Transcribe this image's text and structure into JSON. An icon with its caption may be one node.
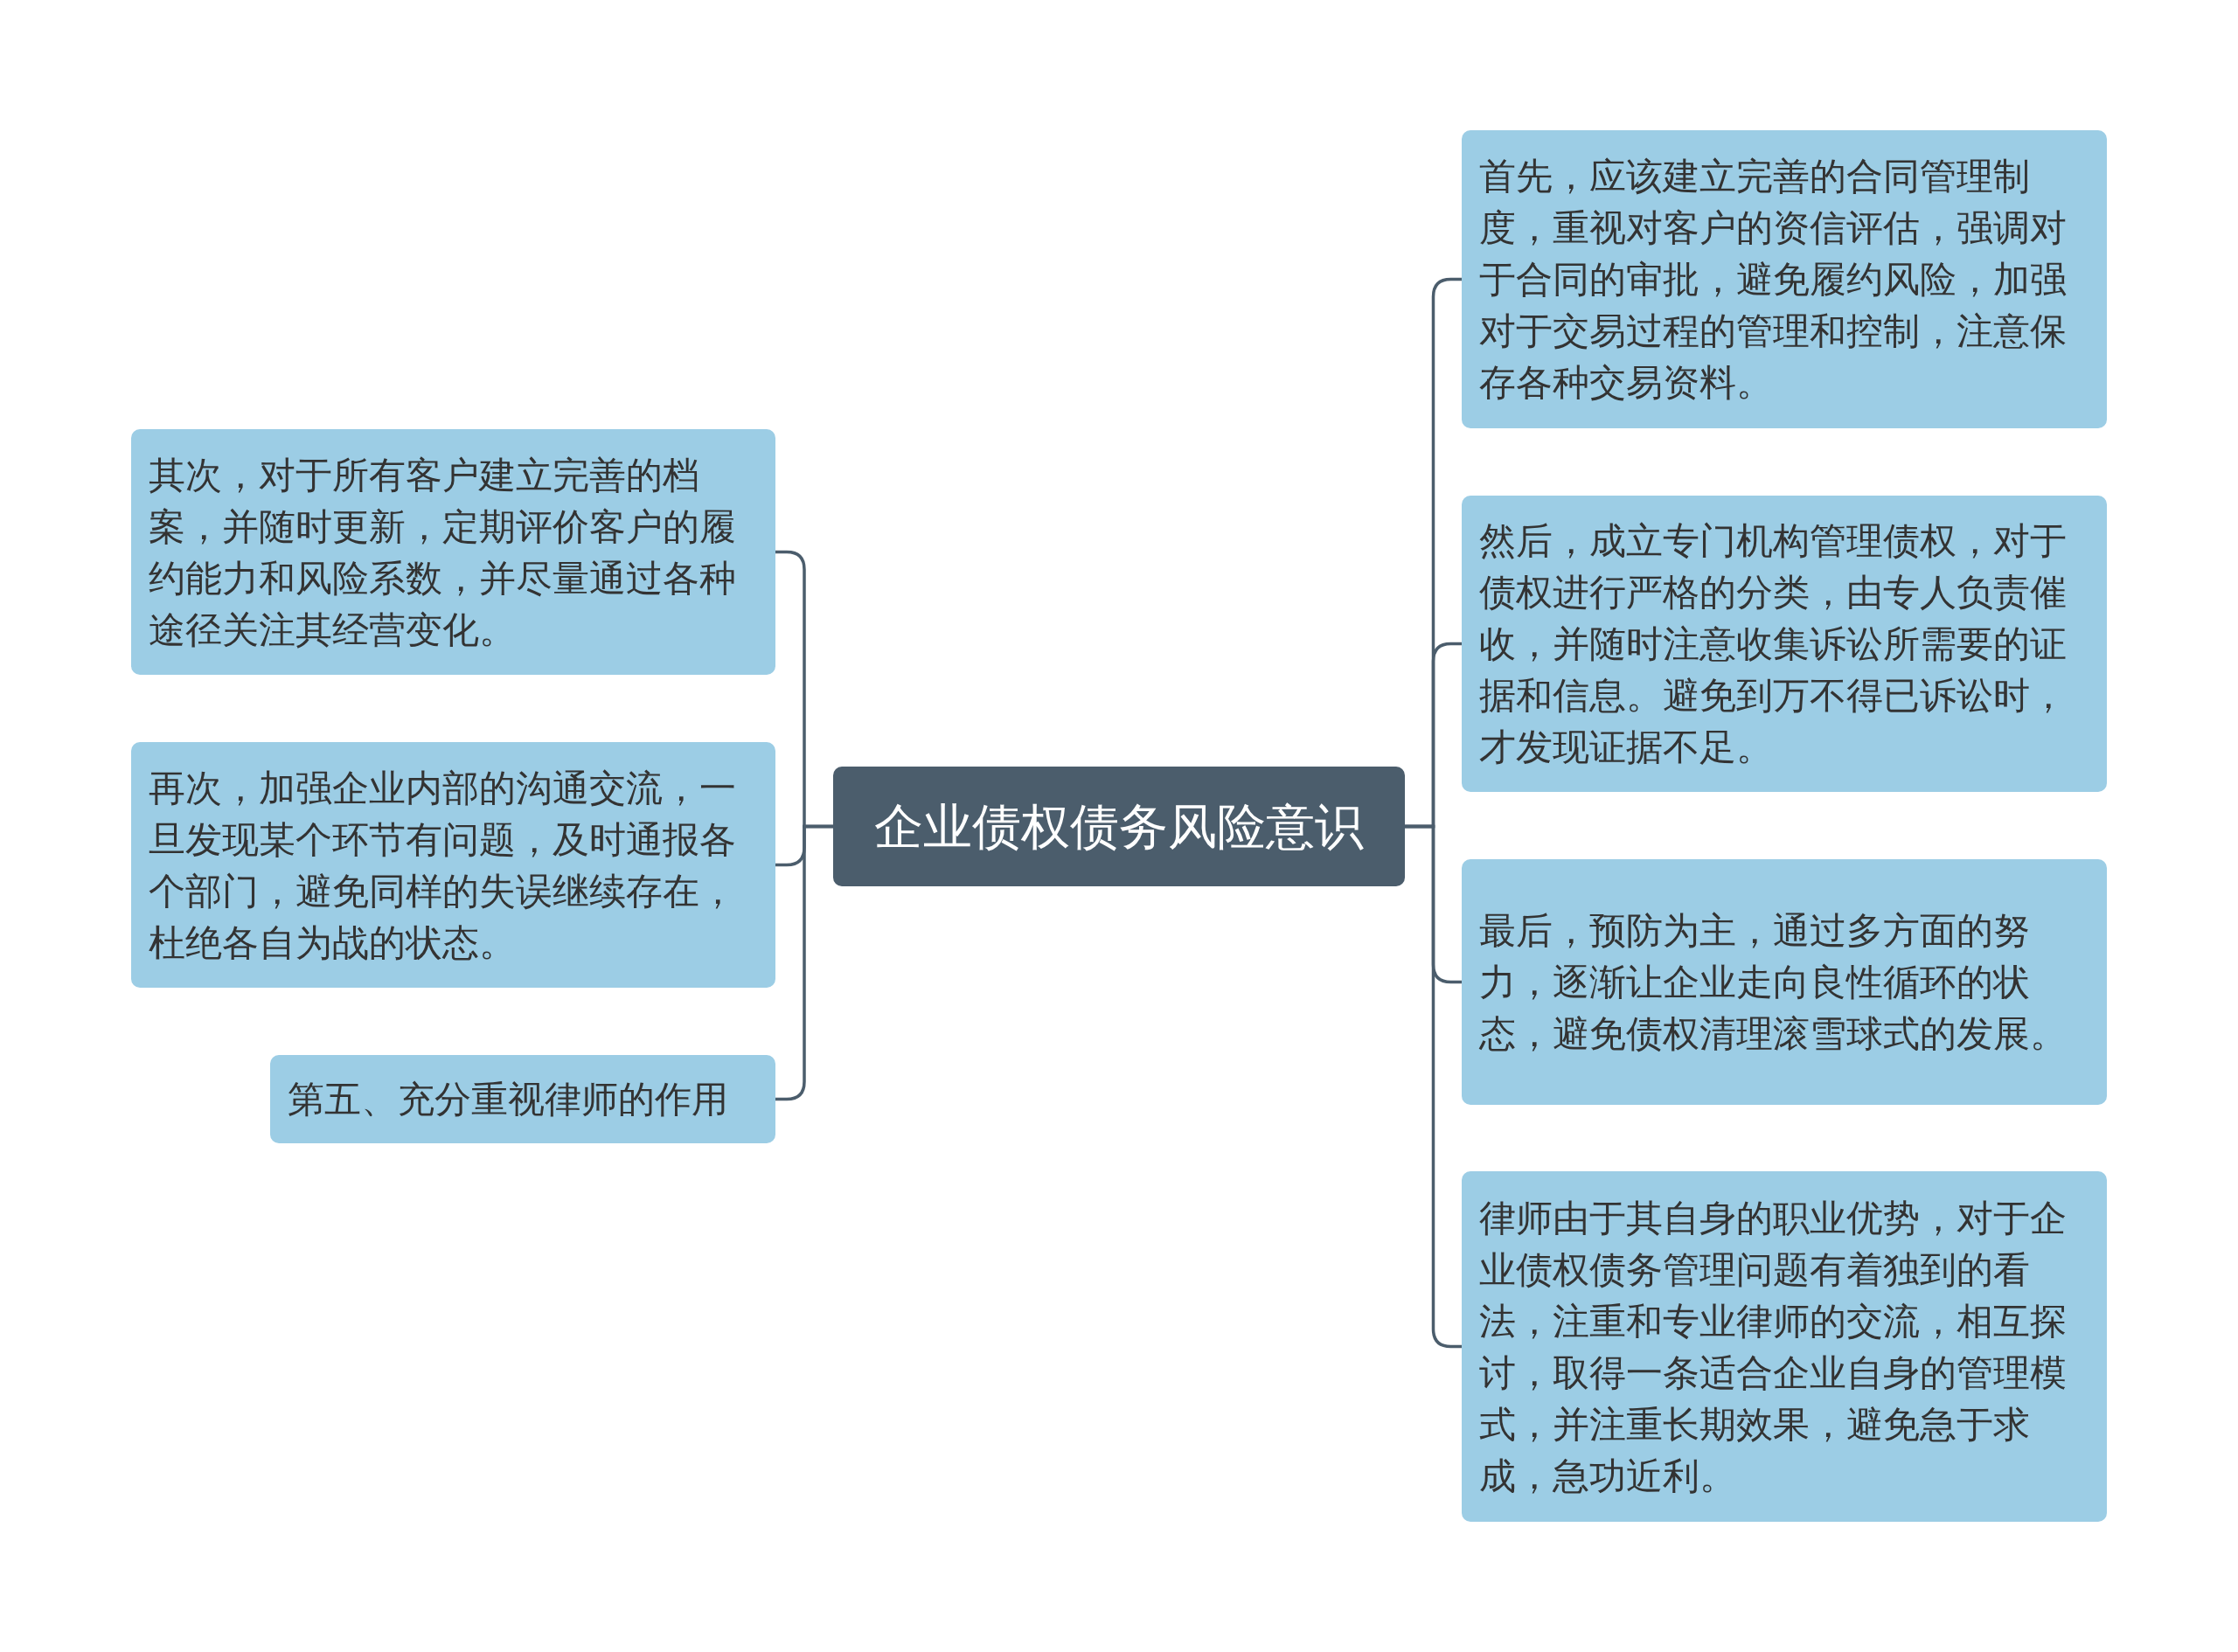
{
  "diagram": {
    "nodes": [
      {
        "text": [
          "企业债权债务风险意识"
        ]
      },
      {
        "text": [
          "其次，对于所有客户建立完善的档案，并随时更新，定期评价客户的履约能力和风险系数，并尽量通过各种途径关注其经营变化。"
        ]
      },
      {
        "text": [
          "再次，加强企业内部的沟通交流，一旦发现某个环节有问题，及时通报各个部门，避免同样的失误继续存在，杜绝各自为战的状态。"
        ]
      },
      {
        "text": [
          "第五、充分重视律师的作用"
        ]
      },
      {
        "text": [
          "首先，应该建立完善的合同管理制度，重视对客户的资信评估，强调对于合同的审批，避免履约风险，加强对于交易过程的管理和控制，注意保存各种交易资料。"
        ]
      },
      {
        "text": [
          "然后，成立专门机构管理债权，对于债权进行严格的分类，由专人负责催收，并随时注意收集诉讼所需要的证据和信息。避免到万不得已诉讼时，才发现证据不足。"
        ]
      },
      {
        "text": [
          "最后，预防为主，通过多方面的努力，逐渐让企业走向良性循环的状态，避免债权清理滚雪球式的发展。"
        ]
      },
      {
        "text": [
          "律师由于其自身的职业优势，对于企业债权债务管理问题有着独到的看法，注重和专业律师的交流，相互探讨，取得一条适合企业自身的管理模式，并注重长期效果，避免急于求成，急功近利。"
        ]
      }
    ],
    "edges": [
      {
        "from": 0,
        "to": 1,
        "arrow": "none"
      },
      {
        "from": 0,
        "to": 2,
        "arrow": "none"
      },
      {
        "from": 0,
        "to": 3,
        "arrow": "none"
      },
      {
        "from": 0,
        "to": 4,
        "arrow": "none"
      },
      {
        "from": 0,
        "to": 5,
        "arrow": "none"
      },
      {
        "from": 0,
        "to": 6,
        "arrow": "none"
      },
      {
        "from": 0,
        "to": 7,
        "arrow": "none"
      }
    ]
  }
}
